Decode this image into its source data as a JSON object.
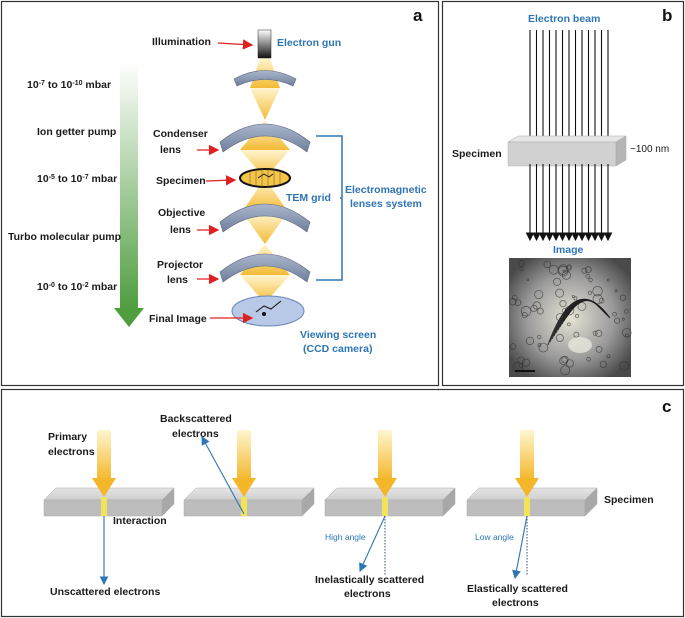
{
  "panels": {
    "a": "a",
    "b": "b",
    "c": "c"
  },
  "panel_a": {
    "illumination": "Illumination",
    "electron_gun": "Electron gun",
    "vacuum_1": {
      "pre": "10",
      "sup1": "-7",
      "mid": " to 10",
      "sup2": "-10",
      "post": " mbar"
    },
    "ion_pump": "Ion getter pump",
    "condenser_1": "Condenser",
    "condenser_2": "lens",
    "vacuum_2": {
      "pre": "10",
      "sup1": "-5",
      "mid": " to 10",
      "sup2": "-7",
      "post": " mbar"
    },
    "specimen": "Specimen",
    "tem_grid": "TEM grid",
    "objective_1": "Objective",
    "objective_2": "lens",
    "turbo_pump": "Turbo molecular pump",
    "projector_1": "Projector",
    "projector_2": "lens",
    "vacuum_3": {
      "pre": "10",
      "sup1": "-0",
      "mid": " to 10",
      "sup2": "-2",
      "post": " mbar"
    },
    "final_image": "Final Image",
    "em_system_1": "Electromagnetic",
    "em_system_2": "lenses system",
    "screen_1": "Viewing screen",
    "screen_2": "(CCD camera)"
  },
  "panel_b": {
    "beam": "Electron beam",
    "specimen": "Specimen",
    "thickness": "~100 nm",
    "image": "Image"
  },
  "panel_c": {
    "primary_1": "Primary",
    "primary_2": "electrons",
    "backscattered_1": "Backscattered",
    "backscattered_2": "electrons",
    "interaction": "Interaction",
    "unscattered": "Unscattered electrons",
    "high_angle": "High angle",
    "inelastic_1": "Inelastically scattered",
    "inelastic_2": "electrons",
    "low_angle": "Low angle",
    "elastic_1": "Elastically scattered",
    "elastic_2": "electrons",
    "specimen": "Specimen"
  },
  "colors": {
    "accent_blue": "#2e75b6",
    "arrow_red": "#e02020",
    "beam_yellow": "#f7c544",
    "vacuum_green": "#5aa845"
  }
}
